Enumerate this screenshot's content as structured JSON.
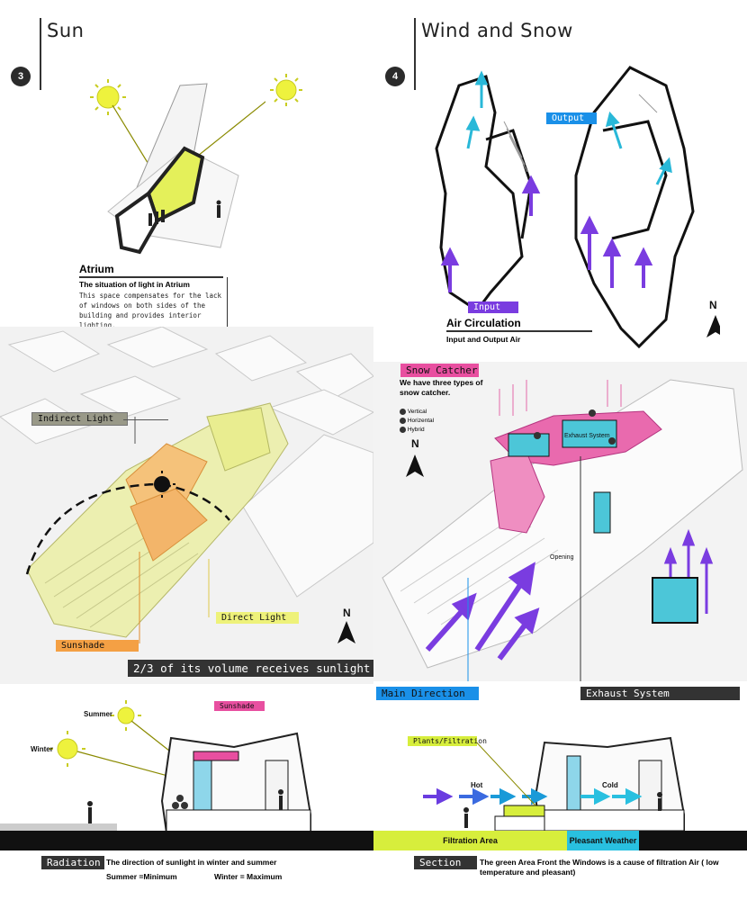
{
  "sun": {
    "number": "3",
    "title": "Sun"
  },
  "wind": {
    "number": "4",
    "title": "Wind and Snow"
  },
  "atrium": {
    "heading": "Atrium",
    "subheading": "The situation of light in Atrium",
    "body": "This space compensates for the lack of windows on both sides of the building and provides interior lighting."
  },
  "air": {
    "output": "Output",
    "input": "Input",
    "heading": "Air Circulation",
    "subheading": "Input and Output Air",
    "north": "N"
  },
  "sun_plan": {
    "indirect": "Indirect Light",
    "direct": "Direct Light",
    "sunshade": "Sunshade",
    "volume": "2/3 of its volume receives sunlight",
    "north": "N"
  },
  "snow": {
    "catcher": "Snow Catcher",
    "desc": "We have three types of snow catcher.",
    "types": [
      "Vertical",
      "Horizental",
      "Hybrid"
    ],
    "exhaust_inner": "Exhaust System",
    "opening": "Opening",
    "main_direction": "Main Direction",
    "exhaust": "Exhaust System",
    "north": "N"
  },
  "radiation": {
    "summer": "Summer",
    "winter": "Winter",
    "sunshade": "Sunshade",
    "tag": "Radiation",
    "desc": "The direction of sunlight in winter and summer",
    "summer_min": "Summer =Minimum",
    "winter_max": "Winter = Maximum"
  },
  "section": {
    "plants": "Plants/Filtration",
    "hot": "Hot",
    "cold": "Cold",
    "filtration": "Filtration Area",
    "pleasant": "Pleasant Weather",
    "tag": "Section",
    "desc": "The green Area Front the Windows is a cause of filtration Air ( low temperature and pleasant)"
  },
  "colors": {
    "yellow": "#e6f05a",
    "green": "#d7ee3c",
    "pink": "#e84fa0",
    "blue": "#1a90e8",
    "orange": "#f5a14a",
    "purple": "#7a3ce0",
    "cyan": "#29b8d8",
    "dark": "#333333"
  }
}
